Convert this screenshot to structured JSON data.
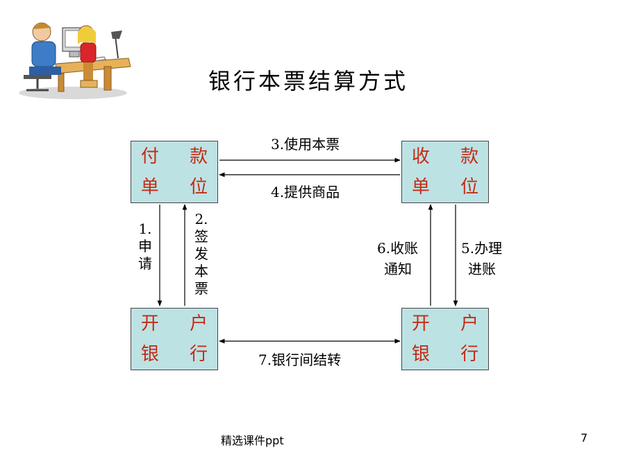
{
  "title": "银行本票结算方式",
  "boxes": {
    "payer": [
      "付 款",
      "单 位"
    ],
    "payee": [
      "收 款",
      "单 位"
    ],
    "payer_bank": [
      "开 户",
      "银 行"
    ],
    "payee_bank": [
      "开 户",
      "银 行"
    ]
  },
  "steps": {
    "s1": "1.申请",
    "s2": "2.签发本票",
    "s3": "3.使用本票",
    "s4": "4.提供商品",
    "s5_line1": "5.办理",
    "s5_line2": "进账",
    "s6_line1": "6.收账",
    "s6_line2": "通知",
    "s7": "7.银行间结转"
  },
  "footer": {
    "source": "精选课件ppt",
    "page_number": "7"
  },
  "colors": {
    "box_fill": "#bde2e4",
    "box_text": "#c62a14"
  }
}
